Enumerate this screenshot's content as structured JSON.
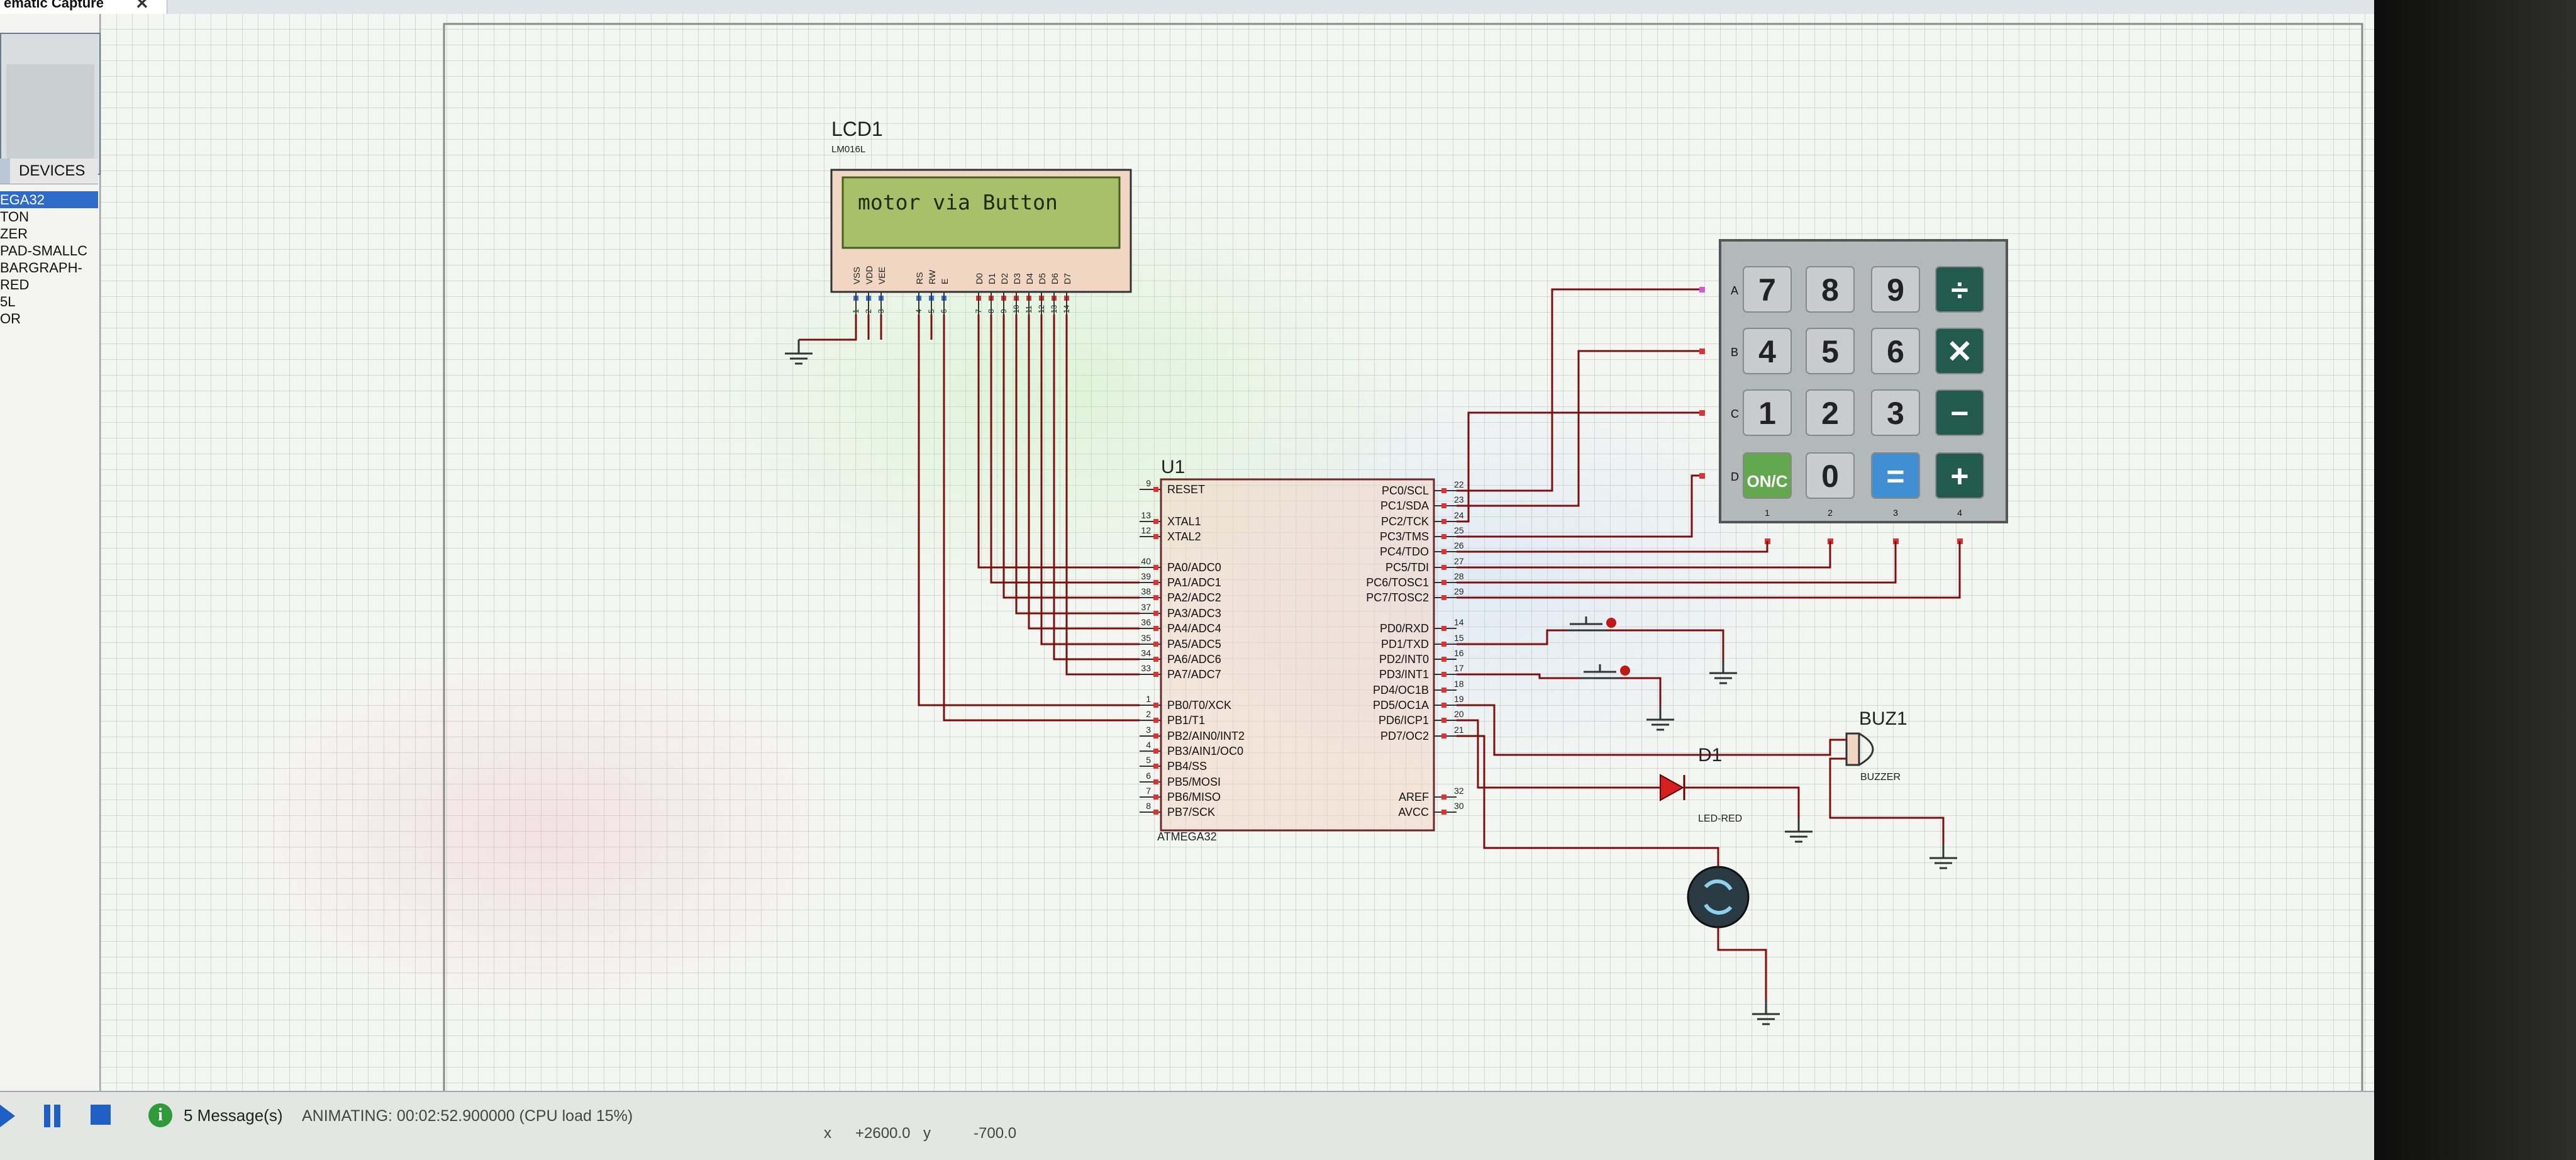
{
  "window": {
    "tab_title": "ematic Capture",
    "tab_close": "✕"
  },
  "devices": {
    "header": "DEVICES",
    "items": [
      "EGA32",
      "TON",
      "ZER",
      "PAD-SMALLC",
      "BARGRAPH-",
      "RED",
      "5L",
      "OR"
    ],
    "selected_index": 0
  },
  "lcd": {
    "ref": "LCD1",
    "model": "LM016L",
    "display_text": "motor via Button",
    "pins": [
      "VSS",
      "VDD",
      "VEE",
      "RS",
      "RW",
      "E",
      "D0",
      "D1",
      "D2",
      "D3",
      "D4",
      "D5",
      "D6",
      "D7"
    ],
    "pin_numbers": [
      "1",
      "2",
      "3",
      "4",
      "5",
      "6",
      "7",
      "8",
      "9",
      "10",
      "11",
      "12",
      "13",
      "14"
    ]
  },
  "mcu": {
    "ref": "U1",
    "part": "ATMEGA32",
    "left_pins": [
      {
        "num": "9",
        "name": "RESET"
      },
      {
        "num": "13",
        "name": "XTAL1"
      },
      {
        "num": "12",
        "name": "XTAL2"
      },
      {
        "num": "40",
        "name": "PA0/ADC0"
      },
      {
        "num": "39",
        "name": "PA1/ADC1"
      },
      {
        "num": "38",
        "name": "PA2/ADC2"
      },
      {
        "num": "37",
        "name": "PA3/ADC3"
      },
      {
        "num": "36",
        "name": "PA4/ADC4"
      },
      {
        "num": "35",
        "name": "PA5/ADC5"
      },
      {
        "num": "34",
        "name": "PA6/ADC6"
      },
      {
        "num": "33",
        "name": "PA7/ADC7"
      },
      {
        "num": "1",
        "name": "PB0/T0/XCK"
      },
      {
        "num": "2",
        "name": "PB1/T1"
      },
      {
        "num": "3",
        "name": "PB2/AIN0/INT2"
      },
      {
        "num": "4",
        "name": "PB3/AIN1/OC0"
      },
      {
        "num": "5",
        "name": "PB4/SS"
      },
      {
        "num": "6",
        "name": "PB5/MOSI"
      },
      {
        "num": "7",
        "name": "PB6/MISO"
      },
      {
        "num": "8",
        "name": "PB7/SCK"
      }
    ],
    "right_pins": [
      {
        "num": "22",
        "name": "PC0/SCL"
      },
      {
        "num": "23",
        "name": "PC1/SDA"
      },
      {
        "num": "24",
        "name": "PC2/TCK"
      },
      {
        "num": "25",
        "name": "PC3/TMS"
      },
      {
        "num": "26",
        "name": "PC4/TDO"
      },
      {
        "num": "27",
        "name": "PC5/TDI"
      },
      {
        "num": "28",
        "name": "PC6/TOSC1"
      },
      {
        "num": "29",
        "name": "PC7/TOSC2"
      },
      {
        "num": "14",
        "name": "PD0/RXD"
      },
      {
        "num": "15",
        "name": "PD1/TXD"
      },
      {
        "num": "16",
        "name": "PD2/INT0"
      },
      {
        "num": "17",
        "name": "PD3/INT1"
      },
      {
        "num": "18",
        "name": "PD4/OC1B"
      },
      {
        "num": "19",
        "name": "PD5/OC1A"
      },
      {
        "num": "20",
        "name": "PD6/ICP1"
      },
      {
        "num": "21",
        "name": "PD7/OC2"
      },
      {
        "num": "32",
        "name": "AREF"
      },
      {
        "num": "30",
        "name": "AVCC"
      }
    ]
  },
  "keypad": {
    "rows": [
      "A",
      "B",
      "C",
      "D"
    ],
    "cols": [
      "1",
      "2",
      "3",
      "4"
    ],
    "keys": [
      "7",
      "8",
      "9",
      "÷",
      "4",
      "5",
      "6",
      "✕",
      "1",
      "2",
      "3",
      "−",
      "ON/C",
      "0",
      "=",
      "+"
    ]
  },
  "buzzer": {
    "ref": "BUZ1",
    "part": "BUZZER"
  },
  "led": {
    "ref": "D1",
    "part": "LED-RED"
  },
  "status": {
    "messages": "5 Message(s)",
    "animating": "ANIMATING: 00:02:52.900000 (CPU load 15%)",
    "x_label": "x",
    "x_value": "+2600.0",
    "y_label": "y",
    "y_value": "-700.0"
  },
  "colors": {
    "wire": "#7a1010",
    "component_body": "#f2d6c4",
    "lcd_screen": "#a8c06a",
    "key_gray": "#c9cccc",
    "key_dark": "#235a4e",
    "key_blue": "#3f8fd2",
    "key_green": "#63a84e",
    "led_red": "#d42020",
    "selection": "#2f6bc9"
  }
}
